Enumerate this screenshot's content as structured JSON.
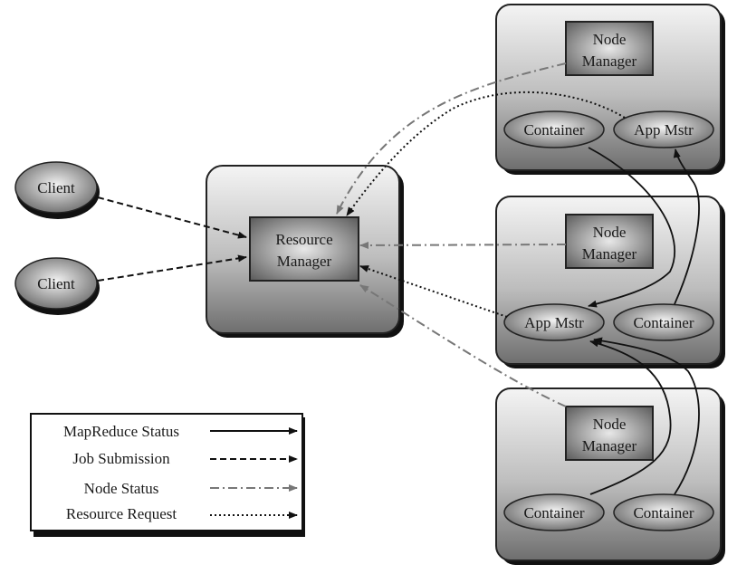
{
  "clients": [
    {
      "label": "Client"
    },
    {
      "label": "Client"
    }
  ],
  "resource_manager": {
    "line1": "Resource",
    "line2": "Manager"
  },
  "nodes": [
    {
      "nm_line1": "Node",
      "nm_line2": "Manager",
      "items": [
        "Container",
        "App Mstr"
      ]
    },
    {
      "nm_line1": "Node",
      "nm_line2": "Manager",
      "items": [
        "App Mstr",
        "Container"
      ]
    },
    {
      "nm_line1": "Node",
      "nm_line2": "Manager",
      "items": [
        "Container",
        "Container"
      ]
    }
  ],
  "legend": [
    {
      "label": "MapReduce Status",
      "style": "solid"
    },
    {
      "label": "Job Submission",
      "style": "dashed"
    },
    {
      "label": "Node Status",
      "style": "dashdot"
    },
    {
      "label": "Resource Request",
      "style": "dotted"
    }
  ]
}
